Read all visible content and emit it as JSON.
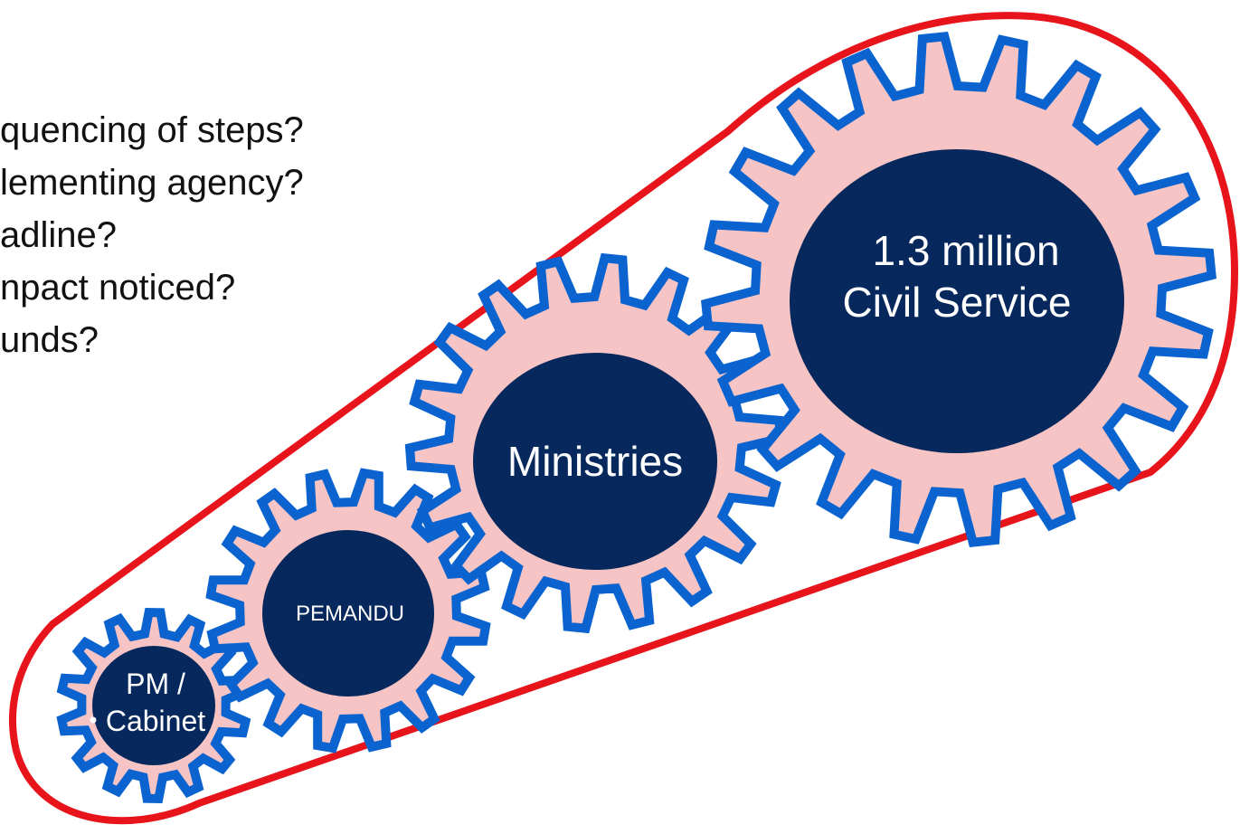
{
  "questions": [
    "quencing of steps?",
    "lementing agency?",
    "adline?",
    "npact noticed?",
    "unds?"
  ],
  "gears": [
    {
      "name": "pm-cabinet",
      "lines": [
        "PM /",
        "Cabinet"
      ]
    },
    {
      "name": "pemandu",
      "lines": [
        "PEMANDU"
      ]
    },
    {
      "name": "ministries",
      "lines": [
        "Ministries"
      ]
    },
    {
      "name": "civil-service",
      "lines": [
        "1.3 million",
        "Civil Service"
      ]
    }
  ],
  "colors": {
    "belt": "#e8141c",
    "gear_fill": "#f6c4c4",
    "gear_stroke": "#0a63cf",
    "hub": "#07285c",
    "label": "#ffffff",
    "text": "#111111"
  }
}
